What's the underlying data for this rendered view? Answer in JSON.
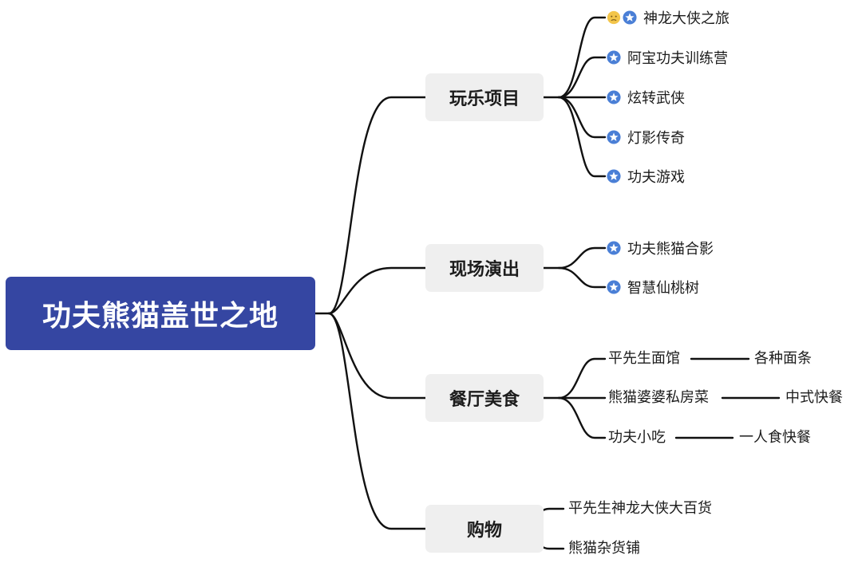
{
  "root": {
    "title": "功夫熊猫盖世之地"
  },
  "categories": [
    {
      "name": "玩乐项目",
      "items": [
        "神龙大侠之旅",
        "阿宝功夫训练营",
        "炫转武侠",
        "灯影传奇",
        "功夫游戏"
      ]
    },
    {
      "name": "现场演出",
      "items": [
        "功夫熊猫合影",
        "智慧仙桃树"
      ]
    },
    {
      "name": "餐厅美食",
      "items": [
        {
          "label": "平先生面馆",
          "sub": "各种面条"
        },
        {
          "label": "熊猫婆婆私房菜",
          "sub": "中式快餐"
        },
        {
          "label": "功夫小吃",
          "sub": "一人食快餐"
        }
      ]
    },
    {
      "name": "购物",
      "items": [
        "平先生神龙大侠大百货",
        "熊猫杂货铺"
      ]
    }
  ],
  "colors": {
    "root_bg": "#3546a2",
    "node_bg": "#efefef",
    "star_icon": "#4a7fd6",
    "line": "#111111"
  },
  "icons": {
    "attraction": "star-badge-icon",
    "extra": "face-emoji-icon"
  }
}
